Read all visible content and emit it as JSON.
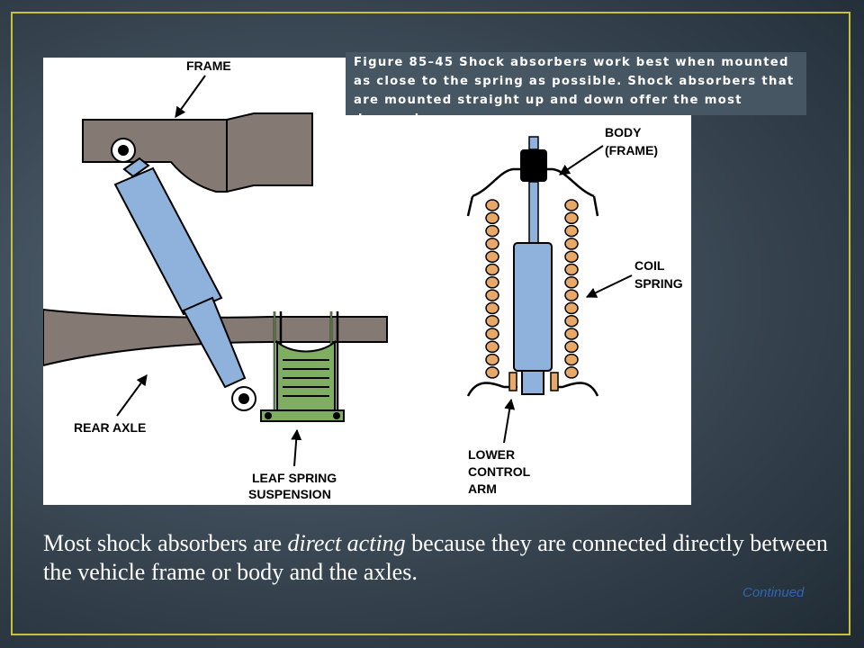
{
  "caption": "Figure 85–45 Shock absorbers work best when mounted as close to the spring as possible. Shock absorbers that are mounted straight up and down offer the most dampening.",
  "labels": {
    "frame": "FRAME",
    "rear_axle": "REAR AXLE",
    "leaf_spring_1": "LEAF SPRING",
    "leaf_spring_2": "SUSPENSION",
    "body_1": "BODY",
    "body_2": "(FRAME)",
    "coil_1": "COIL",
    "coil_2": "SPRING",
    "lower_1": "LOWER",
    "lower_2": "CONTROL",
    "lower_3": "ARM"
  },
  "body_text": {
    "before": "Most shock absorbers are ",
    "emphasis": "direct acting",
    "after": " because they are connected directly between the vehicle frame or body and the axles."
  },
  "footer": {
    "continued": "Continued"
  }
}
